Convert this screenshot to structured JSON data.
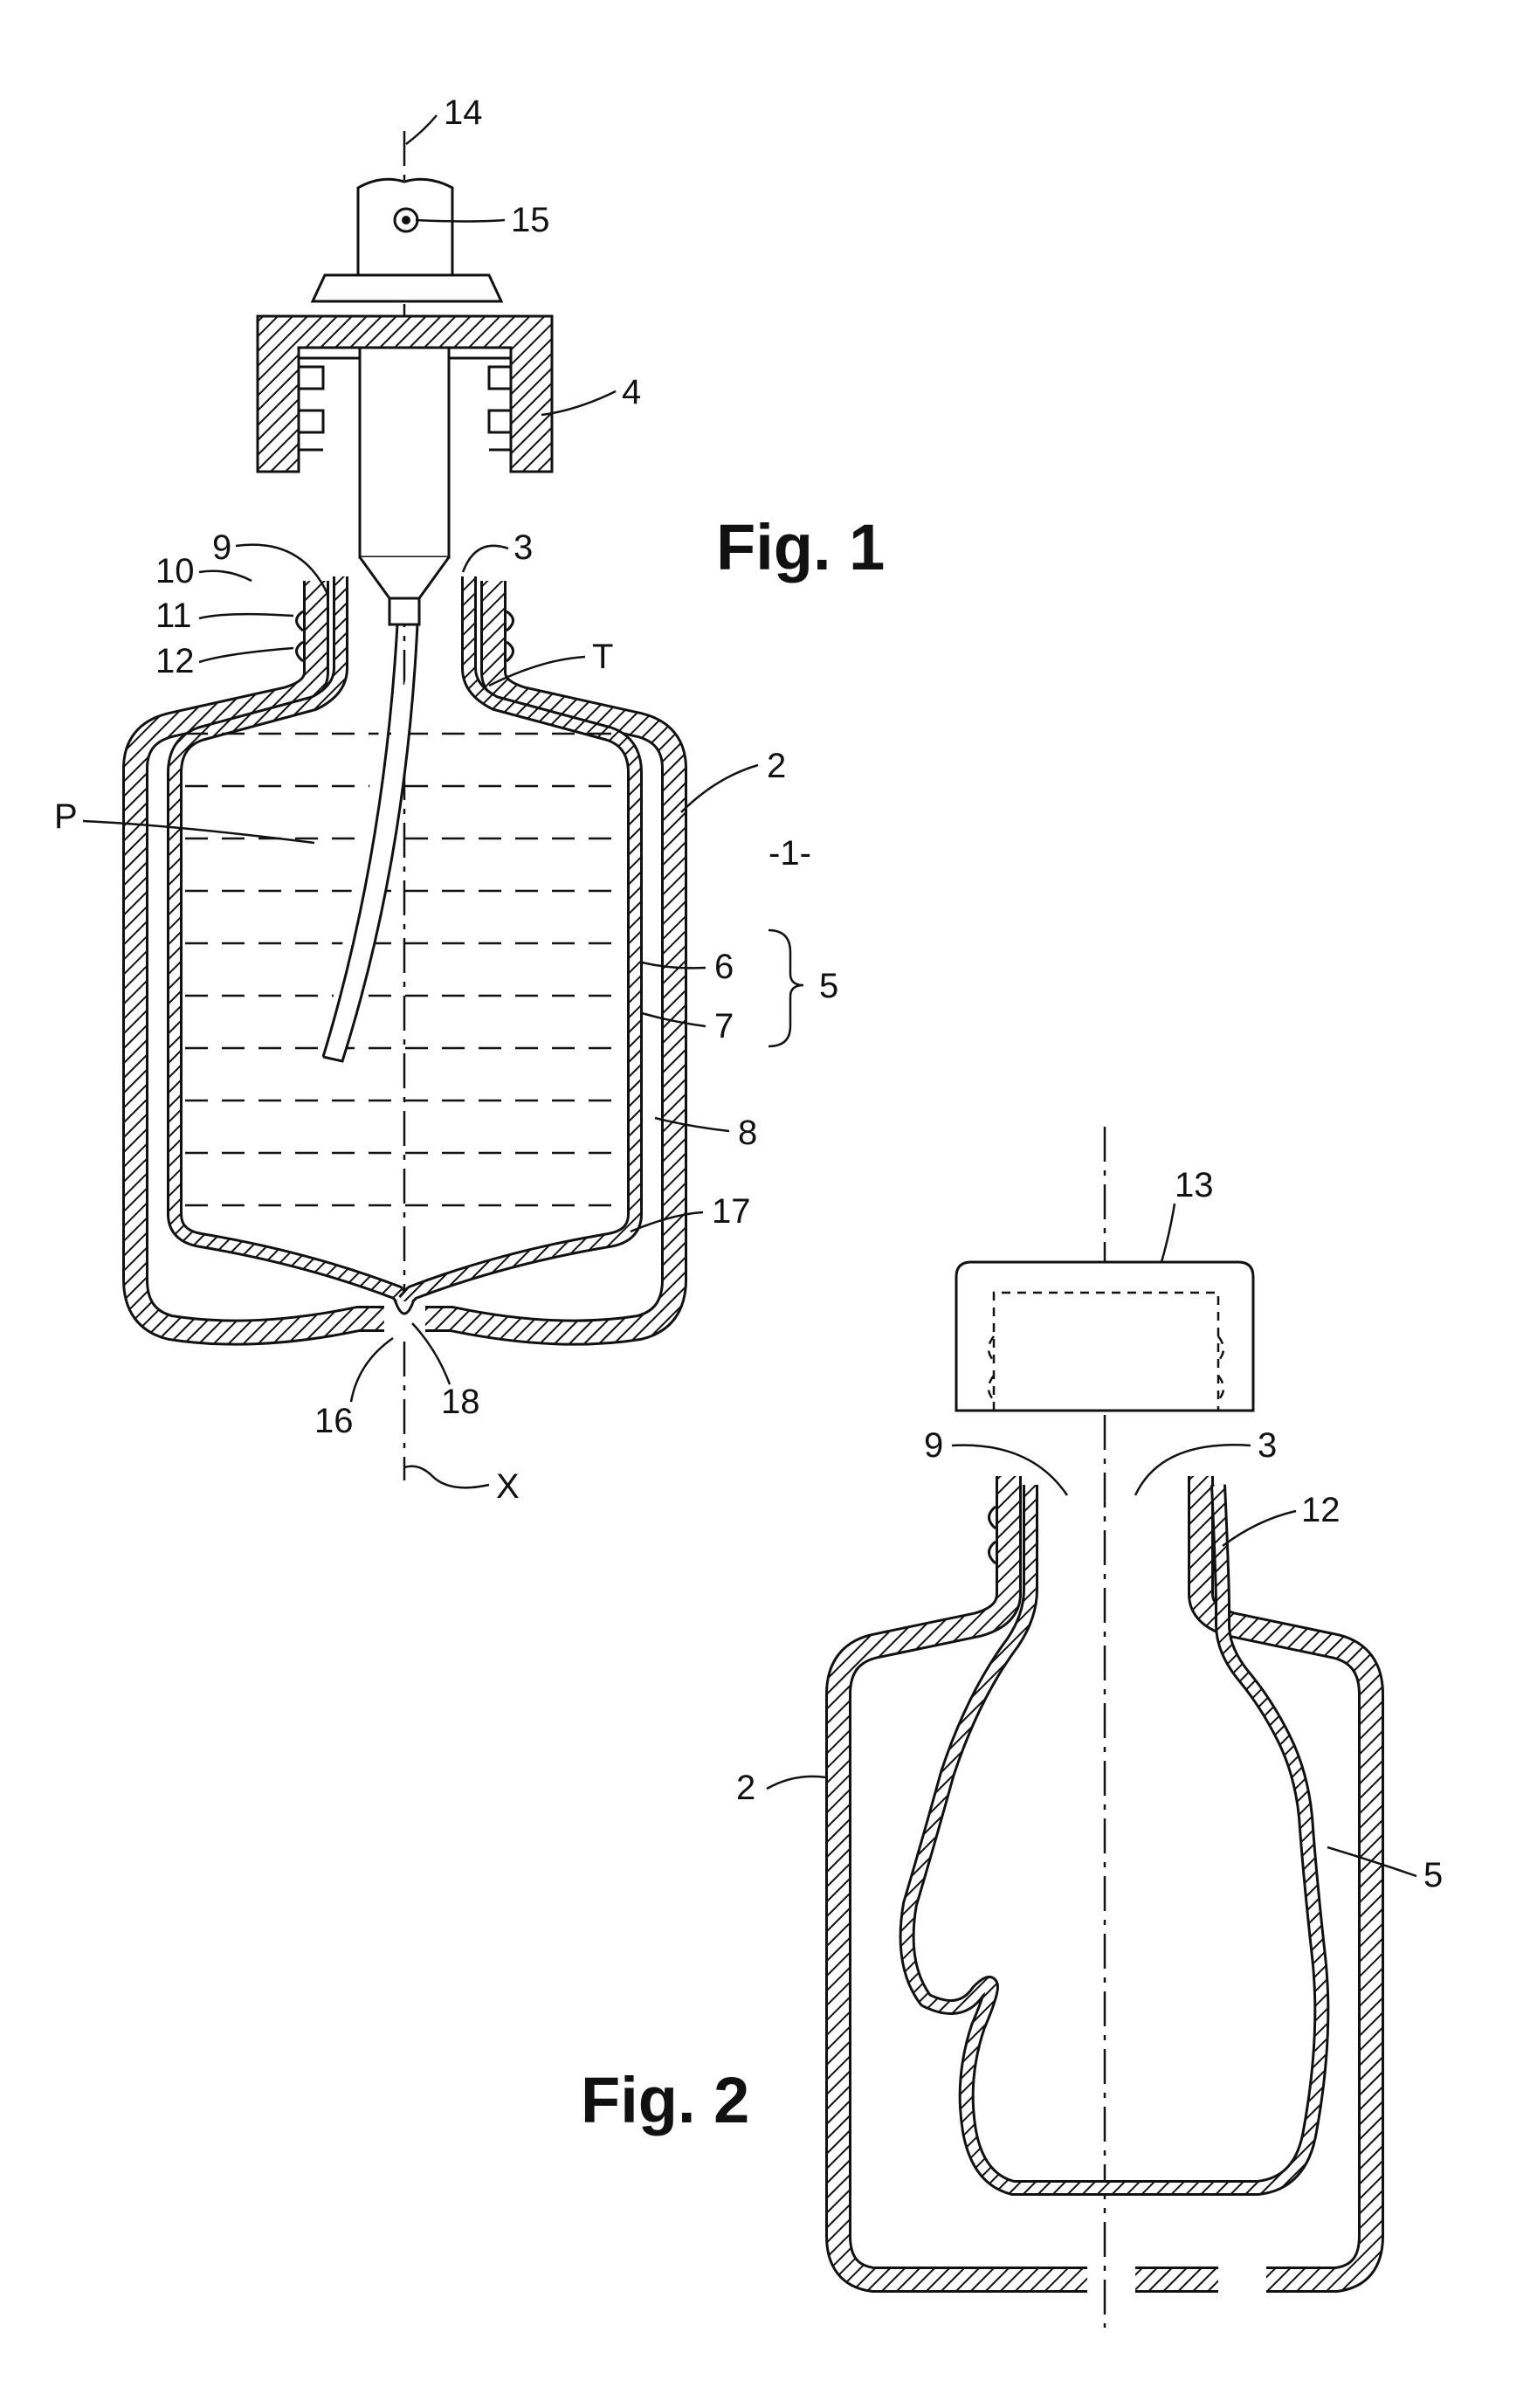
{
  "figures": [
    {
      "id": "fig1",
      "caption": "Fig. 1"
    },
    {
      "id": "fig2",
      "caption": "Fig. 2"
    }
  ],
  "fig1_labels": {
    "l14": "14",
    "l15": "15",
    "l4": "4",
    "l9": "9",
    "l3": "3",
    "l10": "10",
    "l11": "11",
    "l12": "12",
    "lT": "T",
    "l2": "2",
    "lP": "P",
    "l1": "-1-",
    "l6": "6",
    "l7": "7",
    "l5": "5",
    "l8": "8",
    "l17": "17",
    "l16": "16",
    "l18": "18",
    "lX": "X"
  },
  "fig2_labels": {
    "l13": "13",
    "l9": "9",
    "l3": "3",
    "l12": "12",
    "l2": "2",
    "l5": "5"
  },
  "hatch_pattern": "diagonal",
  "ink_color": "#111111"
}
